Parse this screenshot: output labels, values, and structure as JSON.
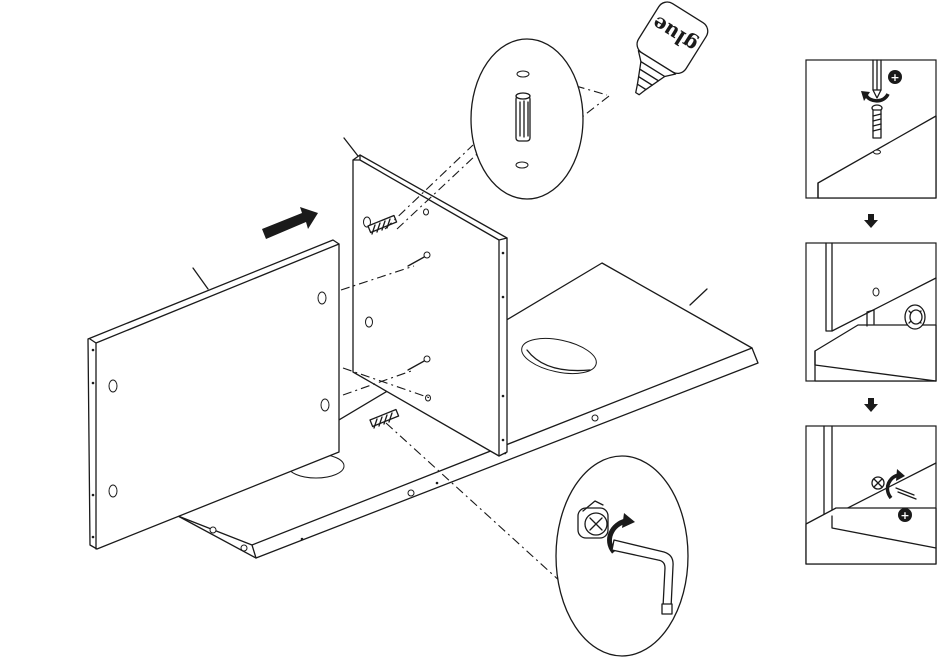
{
  "diagram": {
    "glue_label": "glue",
    "plus_symbol": "+",
    "steps": [
      {
        "id": "step-1",
        "icons": [
          "screwdriver-icon",
          "rotate-arrow-icon",
          "plus-icon"
        ]
      },
      {
        "id": "step-2",
        "icons": [
          "cam-lock-icon"
        ]
      },
      {
        "id": "step-3",
        "icons": [
          "rotate-arrow-icon",
          "plus-icon"
        ]
      }
    ],
    "step_arrow_icon": "down-arrow-icon",
    "insert_arrow_icon": "right-arrow-icon"
  }
}
